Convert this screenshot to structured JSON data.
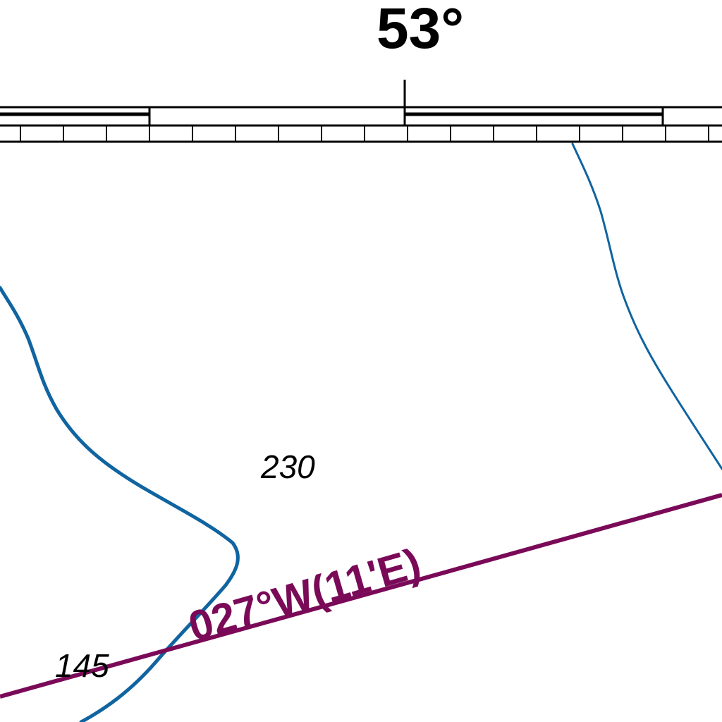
{
  "map": {
    "latitude_label": "53°",
    "spot_height_upper": "230",
    "spot_height_lower": "145",
    "bearing_label": "027°W(11'E)"
  },
  "colors": {
    "background": "#ffffff",
    "border": "#000000",
    "river": "#1064a0",
    "bearing_line": "#7a0a58",
    "text": "#000000"
  }
}
